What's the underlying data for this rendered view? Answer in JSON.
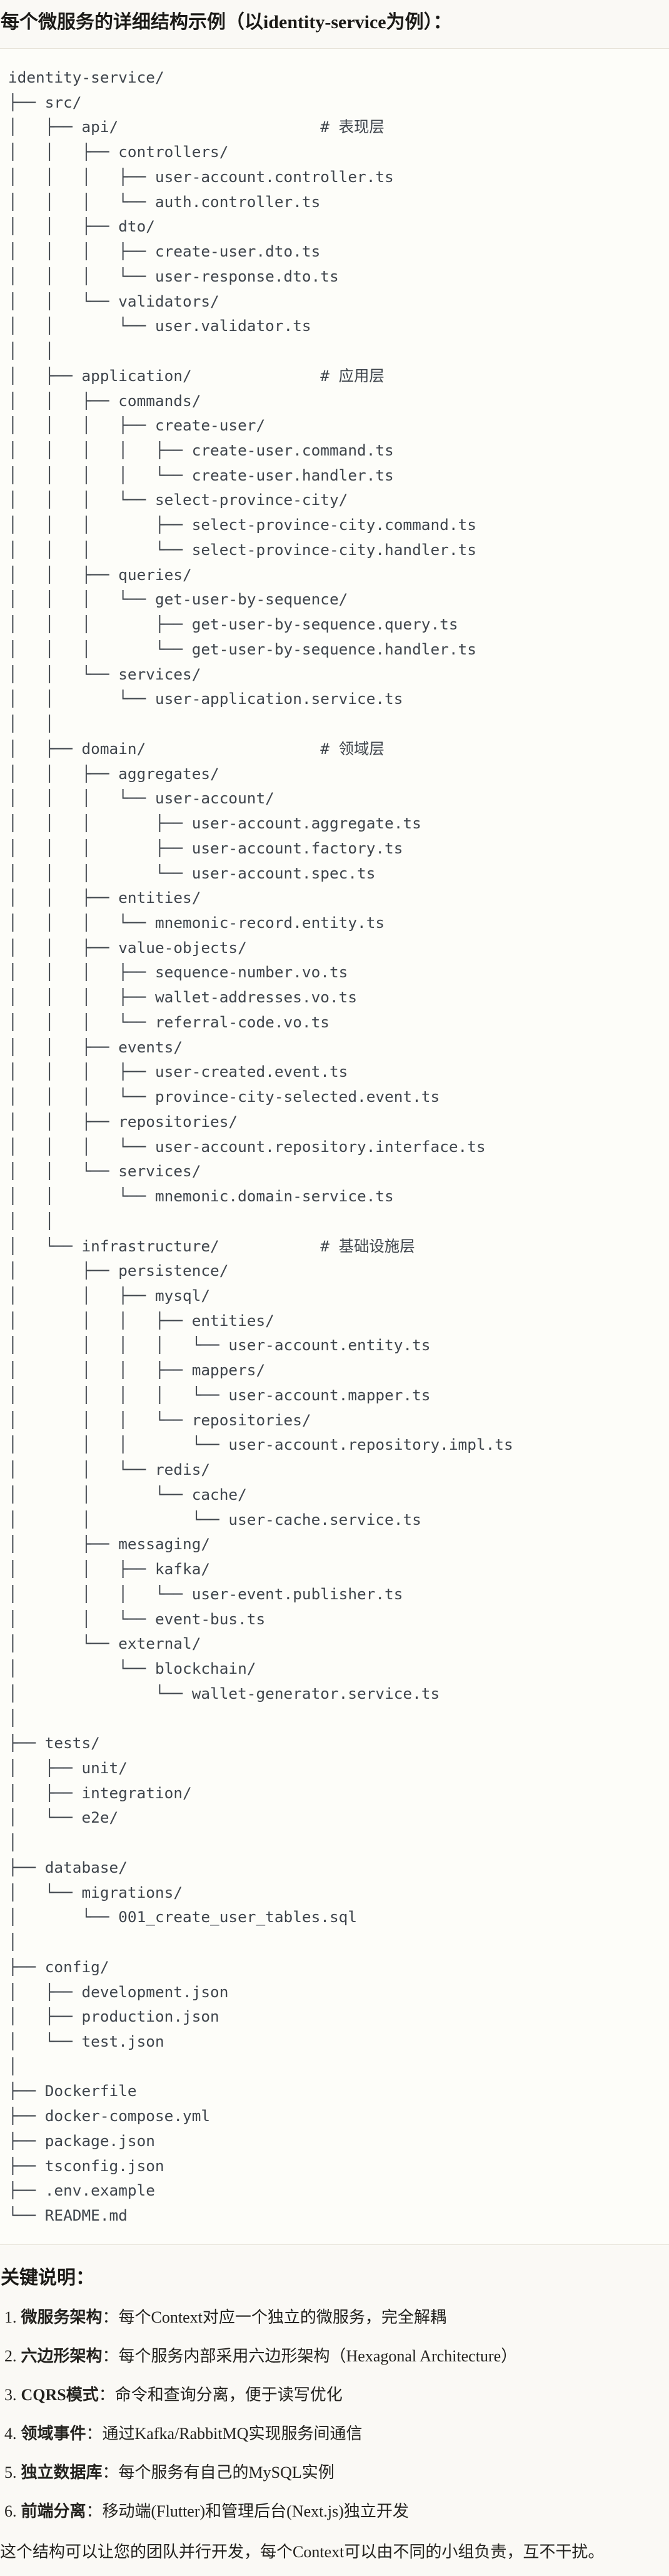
{
  "title": "每个微服务的详细结构示例（以identity-service为例）：",
  "code_block": {
    "lines": [
      "identity-service/",
      "├── src/",
      "│   ├── api/                      # 表现层",
      "│   │   ├── controllers/",
      "│   │   │   ├── user-account.controller.ts",
      "│   │   │   └── auth.controller.ts",
      "│   │   ├── dto/",
      "│   │   │   ├── create-user.dto.ts",
      "│   │   │   └── user-response.dto.ts",
      "│   │   └── validators/",
      "│   │       └── user.validator.ts",
      "│   │",
      "│   ├── application/              # 应用层",
      "│   │   ├── commands/",
      "│   │   │   ├── create-user/",
      "│   │   │   │   ├── create-user.command.ts",
      "│   │   │   │   └── create-user.handler.ts",
      "│   │   │   └── select-province-city/",
      "│   │   │       ├── select-province-city.command.ts",
      "│   │   │       └── select-province-city.handler.ts",
      "│   │   ├── queries/",
      "│   │   │   └── get-user-by-sequence/",
      "│   │   │       ├── get-user-by-sequence.query.ts",
      "│   │   │       └── get-user-by-sequence.handler.ts",
      "│   │   └── services/",
      "│   │       └── user-application.service.ts",
      "│   │",
      "│   ├── domain/                   # 领域层",
      "│   │   ├── aggregates/",
      "│   │   │   └── user-account/",
      "│   │   │       ├── user-account.aggregate.ts",
      "│   │   │       ├── user-account.factory.ts",
      "│   │   │       └── user-account.spec.ts",
      "│   │   ├── entities/",
      "│   │   │   └── mnemonic-record.entity.ts",
      "│   │   ├── value-objects/",
      "│   │   │   ├── sequence-number.vo.ts",
      "│   │   │   ├── wallet-addresses.vo.ts",
      "│   │   │   └── referral-code.vo.ts",
      "│   │   ├── events/",
      "│   │   │   ├── user-created.event.ts",
      "│   │   │   └── province-city-selected.event.ts",
      "│   │   ├── repositories/",
      "│   │   │   └── user-account.repository.interface.ts",
      "│   │   └── services/",
      "│   │       └── mnemonic.domain-service.ts",
      "│   │",
      "│   └── infrastructure/           # 基础设施层",
      "│       ├── persistence/",
      "│       │   ├── mysql/",
      "│       │   │   ├── entities/",
      "│       │   │   │   └── user-account.entity.ts",
      "│       │   │   ├── mappers/",
      "│       │   │   │   └── user-account.mapper.ts",
      "│       │   │   └── repositories/",
      "│       │   │       └── user-account.repository.impl.ts",
      "│       │   └── redis/",
      "│       │       └── cache/",
      "│       │           └── user-cache.service.ts",
      "│       ├── messaging/",
      "│       │   ├── kafka/",
      "│       │   │   └── user-event.publisher.ts",
      "│       │   └── event-bus.ts",
      "│       └── external/",
      "│           └── blockchain/",
      "│               └── wallet-generator.service.ts",
      "│",
      "├── tests/",
      "│   ├── unit/",
      "│   ├── integration/",
      "│   └── e2e/",
      "│",
      "├── database/",
      "│   └── migrations/",
      "│       └── 001_create_user_tables.sql",
      "│",
      "├── config/",
      "│   ├── development.json",
      "│   ├── production.json",
      "│   └── test.json",
      "│",
      "├── Dockerfile",
      "├── docker-compose.yml",
      "├── package.json",
      "├── tsconfig.json",
      "├── .env.example",
      "└── README.md"
    ]
  },
  "notes": {
    "heading": "关键说明：",
    "items": [
      {
        "number": "1.",
        "label": "微服务架构",
        "text": "：每个Context对应一个独立的微服务，完全解耦"
      },
      {
        "number": "2.",
        "label": "六边形架构",
        "text": "：每个服务内部采用六边形架构（Hexagonal Architecture）"
      },
      {
        "number": "3.",
        "label": "CQRS模式",
        "text": "：命令和查询分离，便于读写优化"
      },
      {
        "number": "4.",
        "label": "领域事件",
        "text": "：通过Kafka/RabbitMQ实现服务间通信"
      },
      {
        "number": "5.",
        "label": "独立数据库",
        "text": "：每个服务有自己的MySQL实例"
      },
      {
        "number": "6.",
        "label": "前端分离",
        "text": "：移动端(Flutter)和管理后台(Next.js)独立开发"
      }
    ],
    "footer": "这个结构可以让您的团队并行开发，每个Context可以由不同的小组负责，互不干扰。"
  }
}
